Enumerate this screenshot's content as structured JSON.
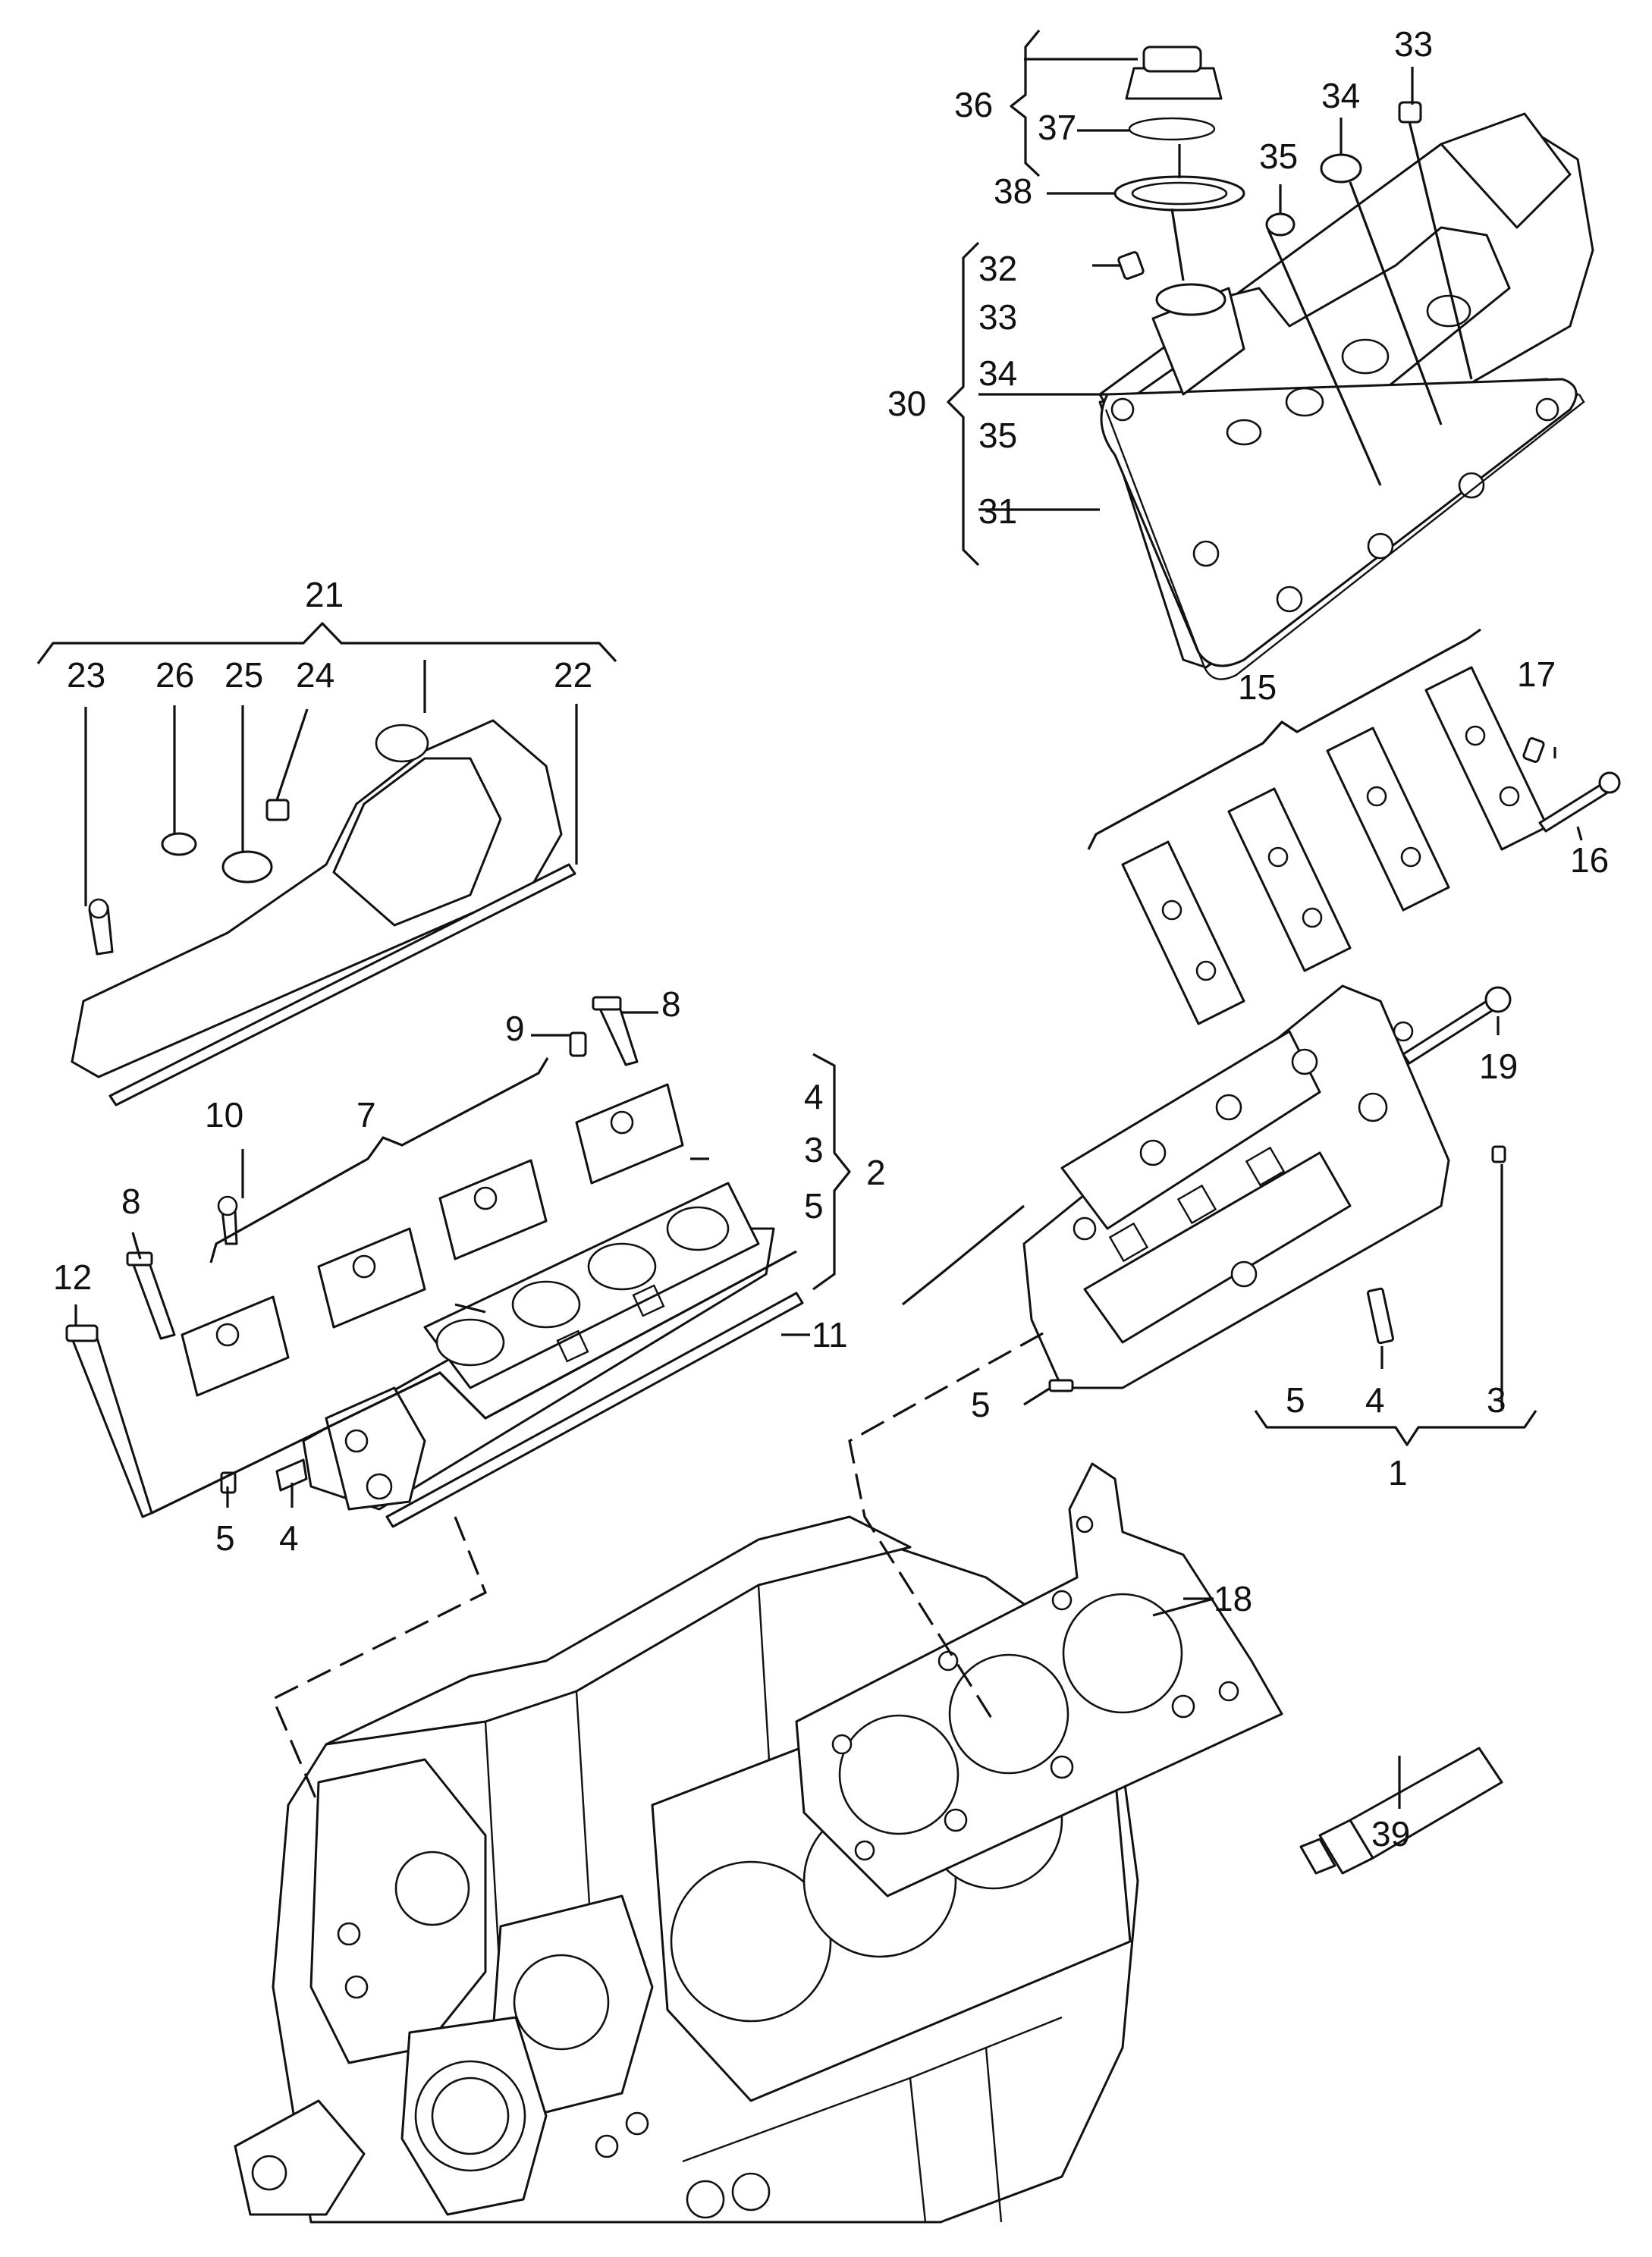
{
  "part_numbers": {
    "n1": "1",
    "n2": "2",
    "n3a": "3",
    "n3b": "3",
    "n4a": "4",
    "n4b": "4",
    "n4c": "4",
    "n5a": "5",
    "n5b": "5",
    "n5c": "5",
    "n5d": "5",
    "n7": "7",
    "n8a": "8",
    "n8b": "8",
    "n9": "9",
    "n10": "10",
    "n11": "11",
    "n12": "12",
    "n15": "15",
    "n16": "16",
    "n17": "17",
    "n18": "18",
    "n19": "19",
    "n21": "21",
    "n22": "22",
    "n23": "23",
    "n24": "24",
    "n25": "25",
    "n26": "26",
    "n30": "30",
    "n31": "31",
    "n32": "32",
    "n33a": "33",
    "n33b": "33",
    "n34a": "34",
    "n34b": "34",
    "n35a": "35",
    "n35b": "35",
    "n36": "36",
    "n37": "37",
    "n38": "38",
    "n39": "39"
  },
  "colors": {
    "line": "#111111",
    "background": "#ffffff"
  }
}
